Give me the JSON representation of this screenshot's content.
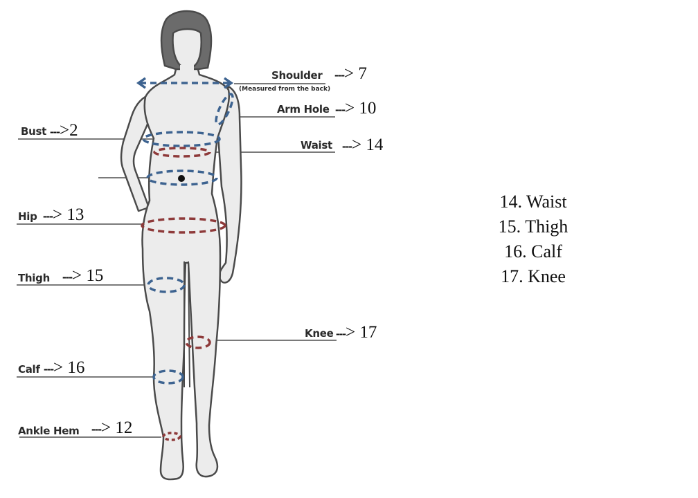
{
  "diagram": {
    "type": "body-measurement-chart",
    "colors": {
      "body_fill": "#ececec",
      "outline": "#4a4a4a",
      "hair": "#6b6b6b",
      "blue_dash": "#3d6390",
      "red_dash": "#8e3a3a",
      "leader_line": "#7a7a7a"
    },
    "labels": [
      {
        "id": "shoulder",
        "name": "Shoulder",
        "note": "(Measured from the back)",
        "arrow": "---",
        "head": ">",
        "value": "7"
      },
      {
        "id": "arm-hole",
        "name": "Arm Hole",
        "arrow": "---",
        "head": ">",
        "value": "10"
      },
      {
        "id": "bust",
        "name": "Bust",
        "arrow": "---",
        "head": ">",
        "value": "2"
      },
      {
        "id": "waist",
        "name": "Waist",
        "arrow": "---",
        "head": ">",
        "value": "14"
      },
      {
        "id": "hip",
        "name": "Hip",
        "arrow": "---",
        "head": ">",
        "value": "13"
      },
      {
        "id": "thigh",
        "name": "Thigh",
        "arrow": "---",
        "head": ">",
        "value": "15"
      },
      {
        "id": "knee",
        "name": "Knee",
        "arrow": "---",
        "head": ">",
        "value": "17"
      },
      {
        "id": "calf",
        "name": "Calf",
        "arrow": "---",
        "head": ">",
        "value": "16"
      },
      {
        "id": "ankle-hem",
        "name": "Ankle Hem",
        "arrow": "---",
        "head": ">",
        "value": "12"
      }
    ],
    "legend": [
      "14. Waist",
      "15. Thigh",
      "16. Calf",
      "17. Knee"
    ]
  }
}
